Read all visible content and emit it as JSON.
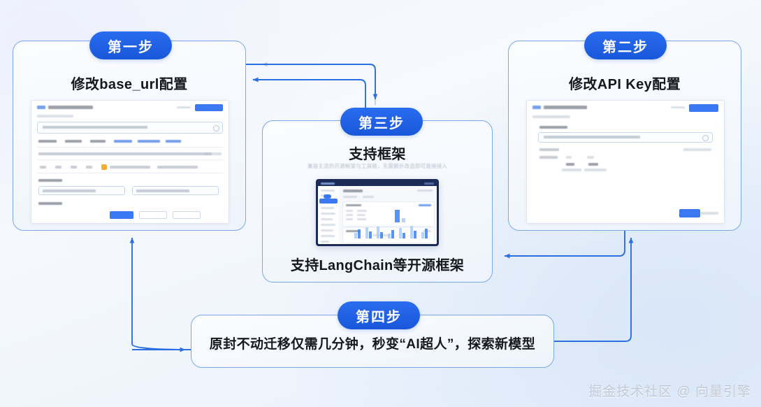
{
  "theme": {
    "accent": "#1857da",
    "badge_gradient_from": "#2a6cf0",
    "badge_gradient_to": "#1857da",
    "card_border": "#7aa9e8",
    "arrow_blue": "#2b6fe0",
    "arrow_gray": "#c3cede",
    "background": "#eef4fc",
    "title_color": "#16181d"
  },
  "steps": [
    {
      "badge": "第一步",
      "title": "修改base_url配置",
      "sub": "",
      "caption": ""
    },
    {
      "badge": "第二步",
      "title": "修改API Key配置",
      "sub": "",
      "caption": ""
    },
    {
      "badge": "第三步",
      "title": "支持框架",
      "sub": "兼容主流的开源框架与工具链，无需额外改造即可直接接入",
      "caption": "支持LangChain等开源框架"
    },
    {
      "badge": "第四步",
      "title": "原封不动迁移仅需几分钟，秒变“AI超人”，探索新模型",
      "sub": "",
      "caption": ""
    }
  ],
  "watermark": "掘金技术社区 @ 向量引擎",
  "arrows": [
    {
      "name": "step3-to-step1-gray",
      "color": "#c3cede",
      "direction": "left"
    },
    {
      "name": "step3-to-step1-blue",
      "color": "#2b6fe0",
      "direction": "left"
    },
    {
      "name": "step1-to-step3-down",
      "color": "#2b6fe0",
      "direction": "down"
    },
    {
      "name": "step2-to-step3",
      "color": "#2b6fe0",
      "direction": "left"
    },
    {
      "name": "step4-to-step2-up",
      "color": "#2b6fe0",
      "direction": "up"
    },
    {
      "name": "step4-to-step1-up",
      "color": "#2b6fe0",
      "direction": "up"
    },
    {
      "name": "step3-to-step4-right",
      "color": "#2b6fe0",
      "direction": "right"
    }
  ]
}
